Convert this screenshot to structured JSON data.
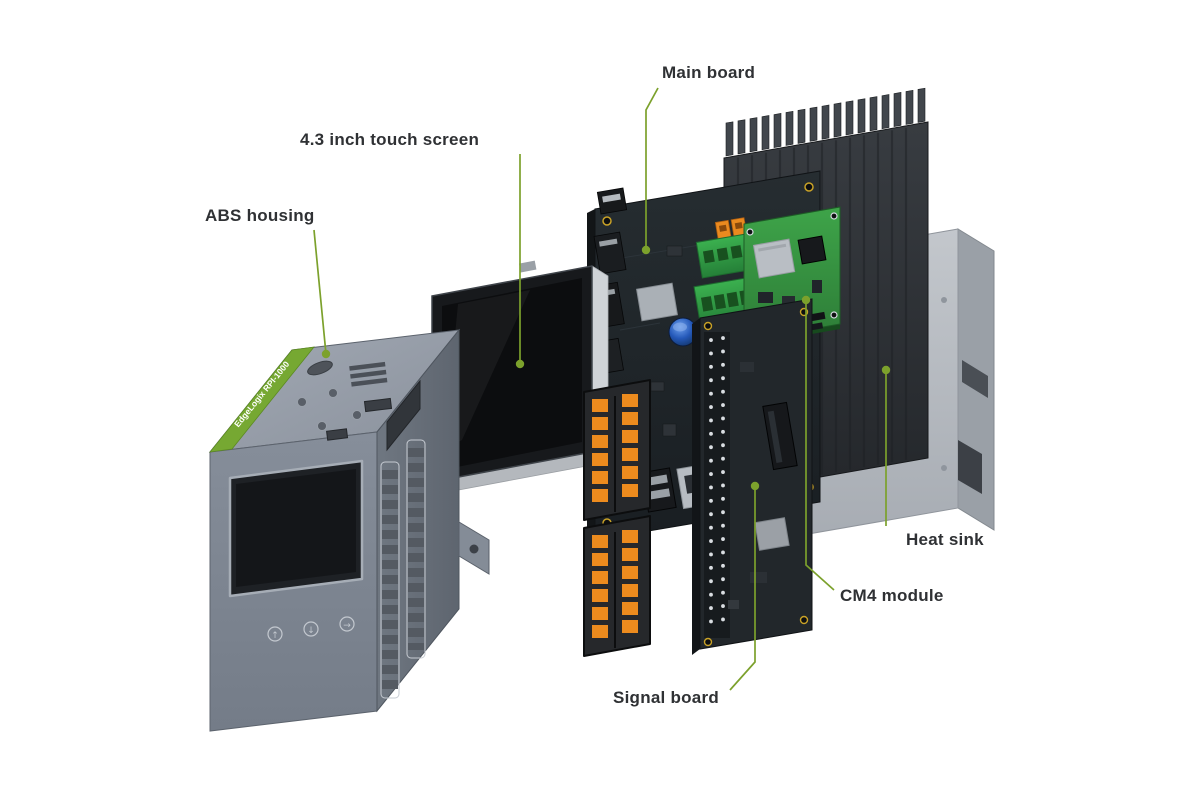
{
  "figure": {
    "type": "exploded-view-diagram",
    "background": "#FFFFFF",
    "callouts": [
      {
        "id": "main-board",
        "label": "Main board"
      },
      {
        "id": "touch-screen",
        "label": "4.3 inch touch screen"
      },
      {
        "id": "abs-housing",
        "label": "ABS housing"
      },
      {
        "id": "heat-sink",
        "label": "Heat sink"
      },
      {
        "id": "cm4-module",
        "label": "CM4 module"
      },
      {
        "id": "signal-board",
        "label": "Signal board"
      }
    ],
    "housing_print": "EdgeLogix RPI-1000",
    "colors": {
      "leader_line": "#7CA12C",
      "callout_dot": "#7CA12C",
      "label_text": "#2F3134",
      "housing_gray": "#7F8793",
      "housing_top_gray": "#98A0AB",
      "brand_strip_green": "#76A832",
      "screen_black": "#17191C",
      "pcb_dark": "#22272B",
      "cm4_green": "#35933F",
      "terminal_green": "#2F9E44",
      "contact_orange": "#EC8B1E",
      "capacitor_blue": "#2458B8",
      "heatsink_dark": "#303438",
      "plate_gray": "#B6BAC0"
    }
  }
}
